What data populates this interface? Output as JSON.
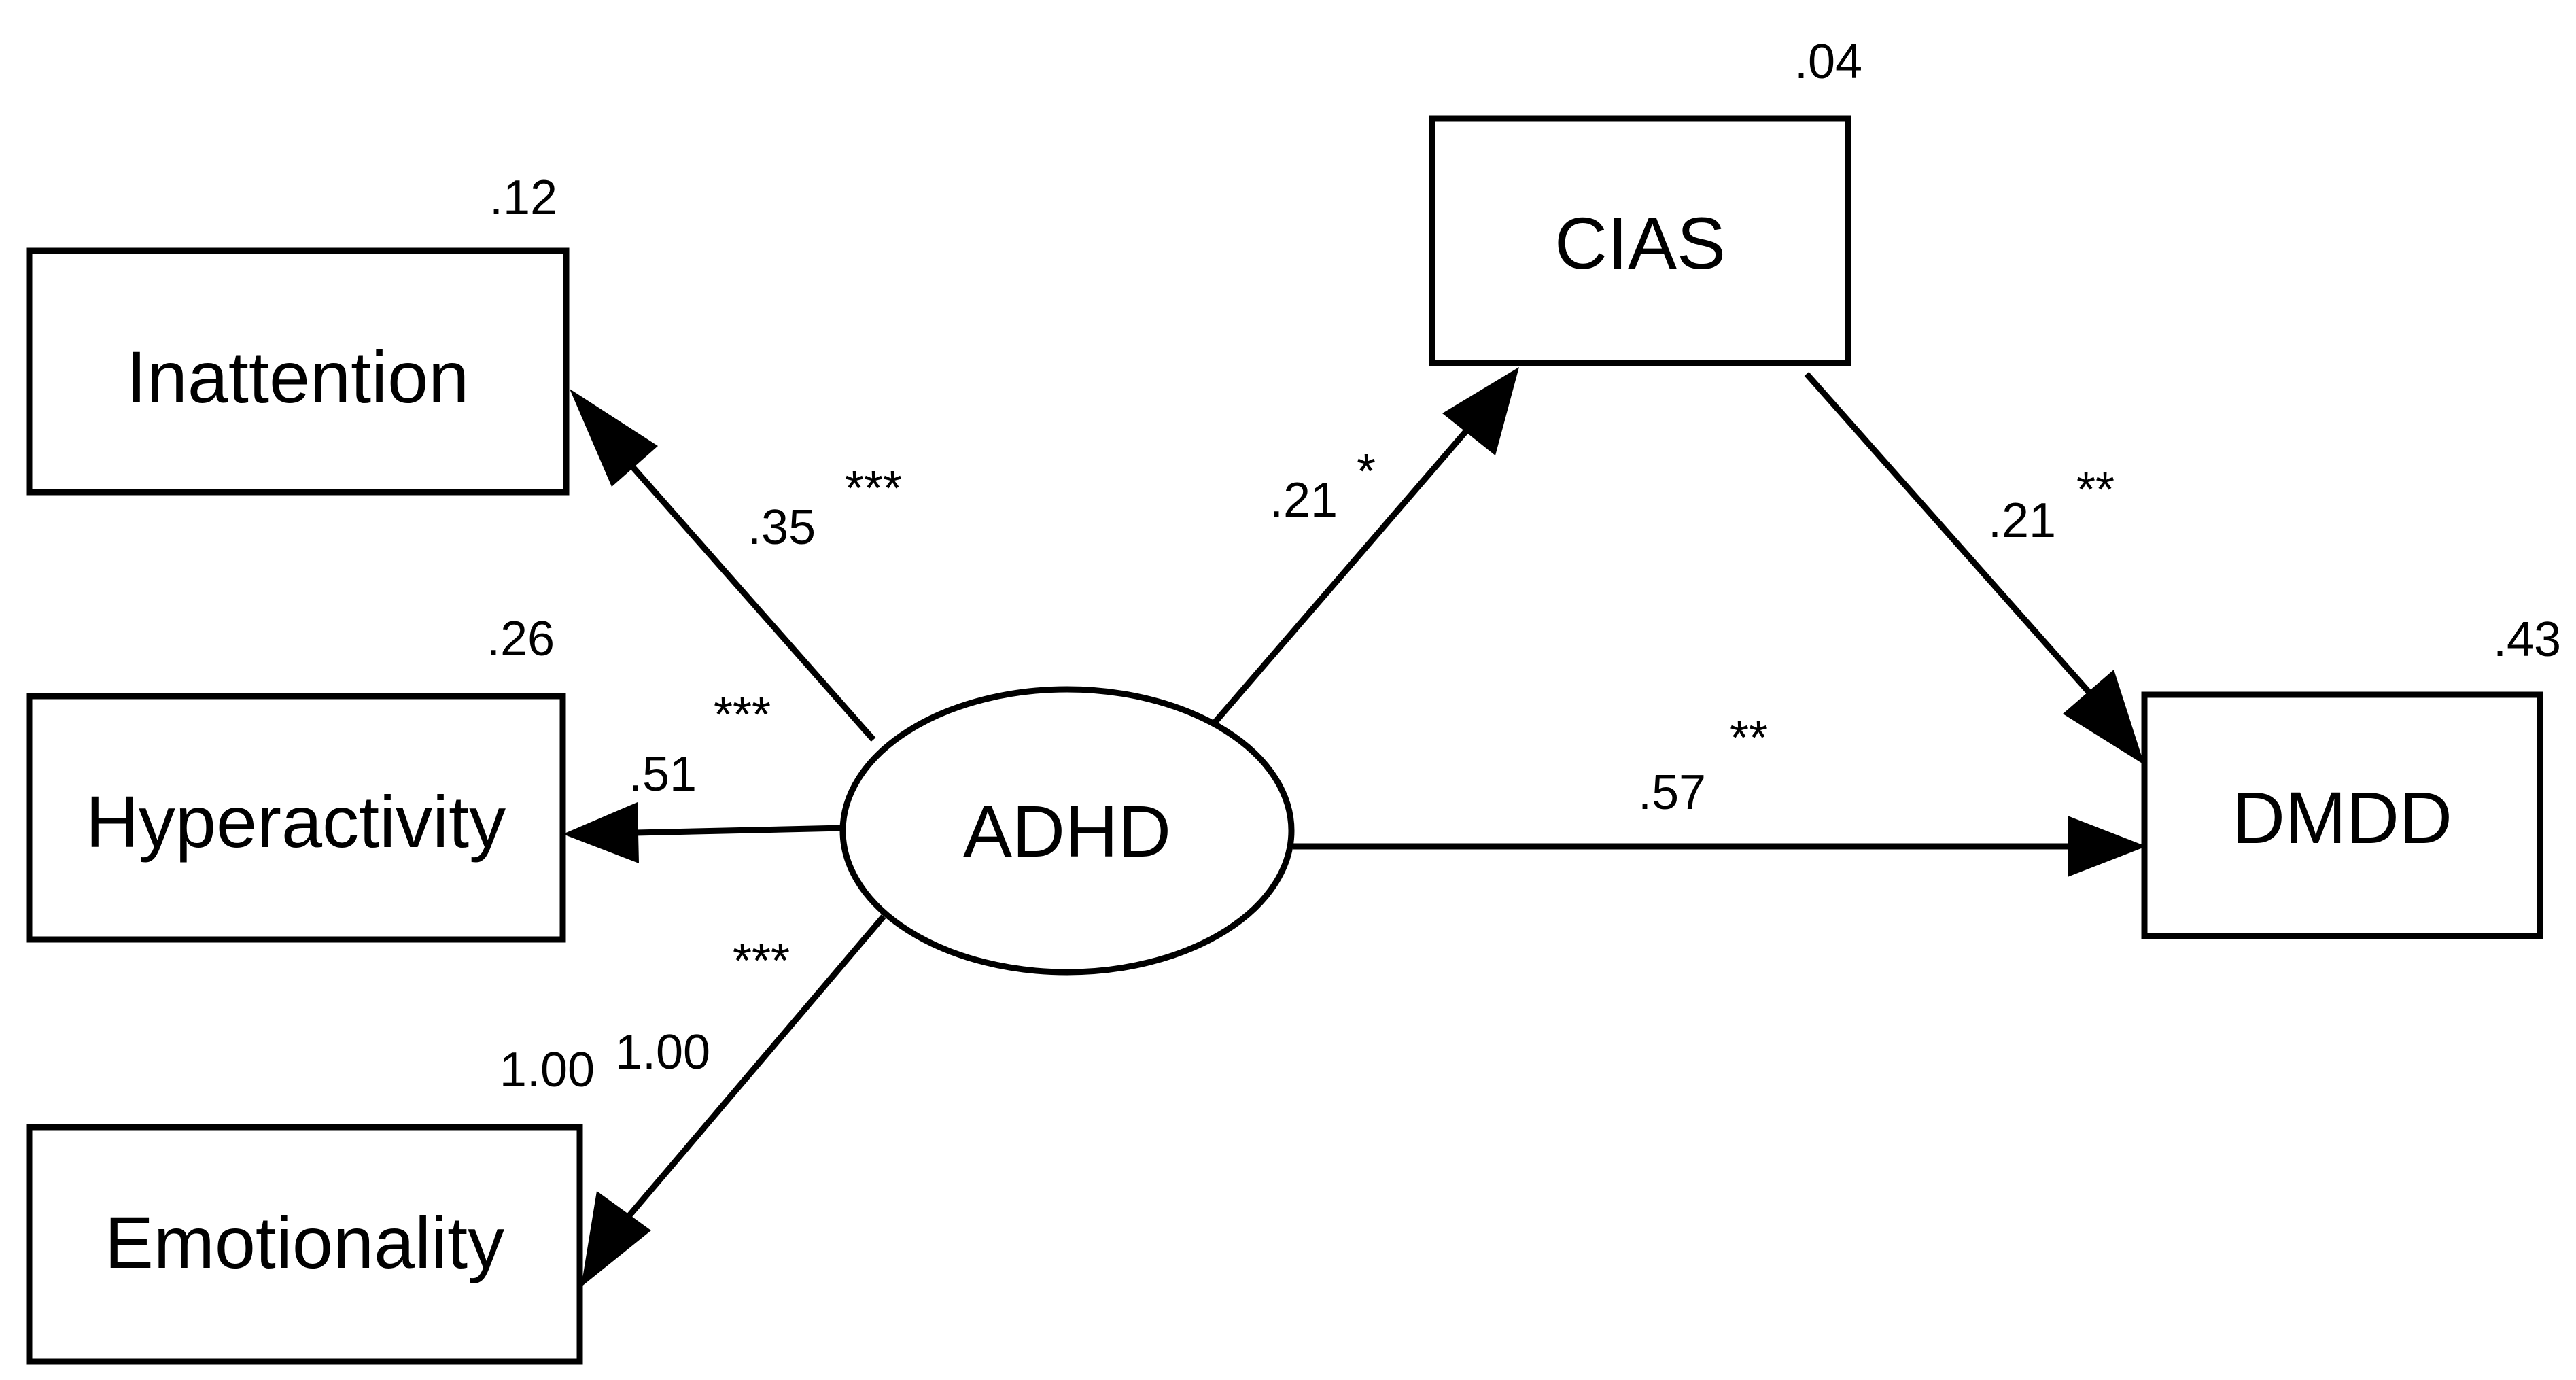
{
  "nodes": {
    "inattention": {
      "label": "Inattention",
      "r2": ".12"
    },
    "hyperactivity": {
      "label": "Hyperactivity",
      "r2": ".26"
    },
    "emotionality": {
      "label": "Emotionality",
      "r2": "1.00"
    },
    "adhd": {
      "label": "ADHD"
    },
    "cias": {
      "label": "CIAS",
      "r2": ".04"
    },
    "dmdd": {
      "label": "DMDD",
      "r2": ".43"
    }
  },
  "paths": {
    "adhd_inattention": {
      "coef": ".35",
      "sig": "***"
    },
    "adhd_hyperactivity": {
      "coef": ".51",
      "sig": "***"
    },
    "adhd_emotionality": {
      "coef": "1.00",
      "sig": "***"
    },
    "adhd_cias": {
      "coef": ".21",
      "sig": "*"
    },
    "cias_dmdd": {
      "coef": ".21",
      "sig": "**"
    },
    "adhd_dmdd": {
      "coef": ".57",
      "sig": "**"
    }
  },
  "colors": {
    "stroke": "#000000",
    "background": "#ffffff"
  }
}
